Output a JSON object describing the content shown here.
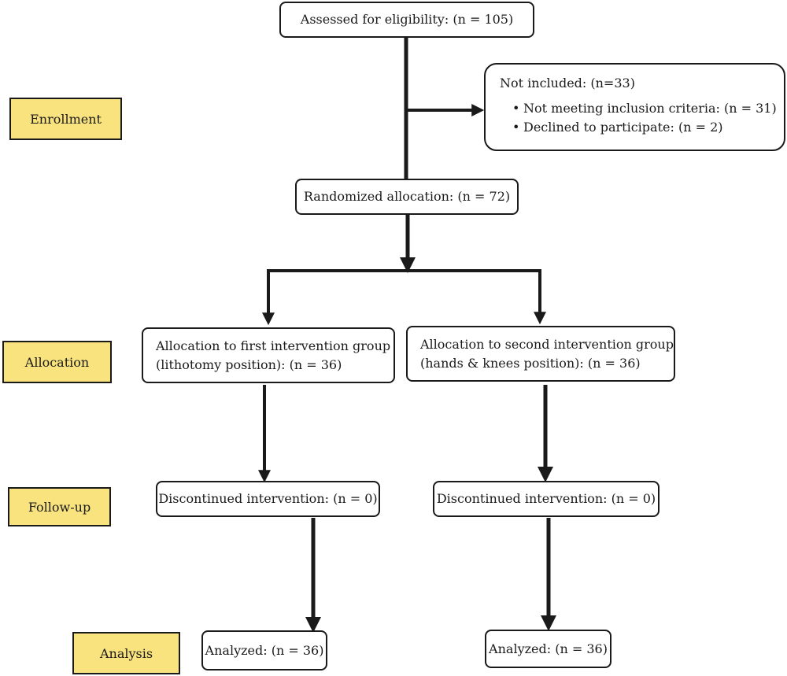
{
  "stages": {
    "enrollment": "Enrollment",
    "allocation": "Allocation",
    "follow_up": "Follow-up",
    "analysis": "Analysis"
  },
  "assessed": "Assessed for eligibility: (n = 105)",
  "not_included": {
    "title": "Not included: (n=33)",
    "items": [
      "Not meeting inclusion criteria: (n = 31)",
      "Declined to participate: (n = 2)"
    ]
  },
  "randomized": "Randomized allocation: (n = 72)",
  "groups": [
    {
      "allocation_line1": "Allocation to first intervention group",
      "allocation_line2": "(lithotomy position): (n = 36)",
      "discontinued": "Discontinued intervention: (n = 0)",
      "analyzed": "Analyzed: (n = 36)"
    },
    {
      "allocation_line1": "Allocation to second intervention group",
      "allocation_line2": "(hands & knees position): (n = 36)",
      "discontinued": "Discontinued intervention: (n = 0)",
      "analyzed": "Analyzed: (n = 36)"
    }
  ],
  "colors": {
    "stage_fill": "#f9e37f",
    "stroke": "#1a1a1a"
  }
}
